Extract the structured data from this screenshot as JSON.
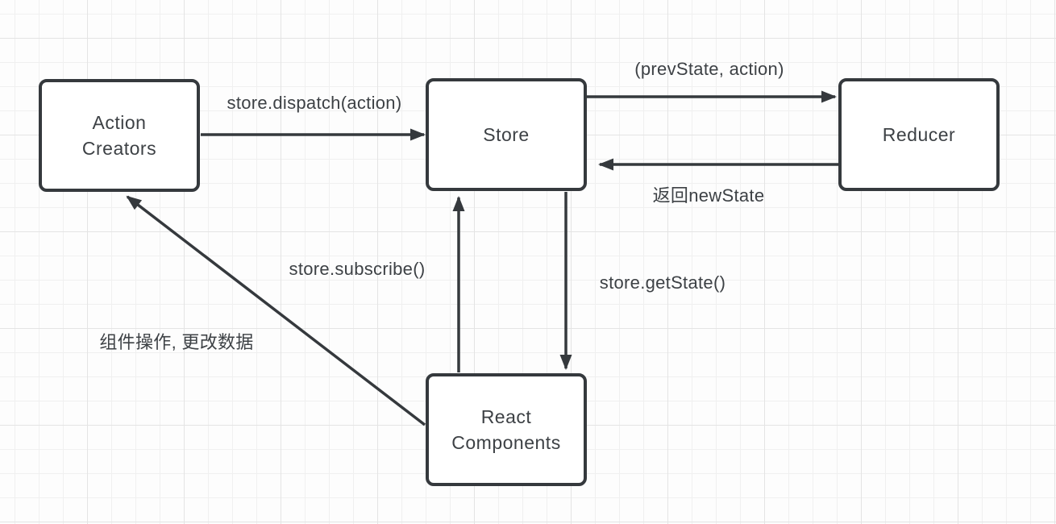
{
  "diagram": {
    "type": "flow-diagram",
    "topic": "Redux data flow",
    "nodes": [
      {
        "id": "action-creators",
        "label": "Action\nCreators"
      },
      {
        "id": "store",
        "label": "Store"
      },
      {
        "id": "reducer",
        "label": "Reducer"
      },
      {
        "id": "react-components",
        "label": "React\nComponents"
      }
    ],
    "edges": [
      {
        "id": "dispatch",
        "from": "action-creators",
        "to": "store",
        "label": "store.dispatch(action)"
      },
      {
        "id": "prev-state",
        "from": "store",
        "to": "reducer",
        "label": "(prevState, action)"
      },
      {
        "id": "new-state",
        "from": "reducer",
        "to": "store",
        "label": "返回newState"
      },
      {
        "id": "subscribe",
        "from": "react-components",
        "to": "store",
        "label": "store.subscribe()"
      },
      {
        "id": "get-state",
        "from": "store",
        "to": "react-components",
        "label": "store.getState()"
      },
      {
        "id": "component-action",
        "from": "react-components",
        "to": "action-creators",
        "label": "组件操作, 更改数据"
      }
    ],
    "colors": {
      "stroke": "#35393d",
      "text": "#3d4145",
      "node_fill": "#ffffff",
      "grid_minor": "#f0f0f0",
      "grid_major": "#e4e4e4"
    }
  }
}
